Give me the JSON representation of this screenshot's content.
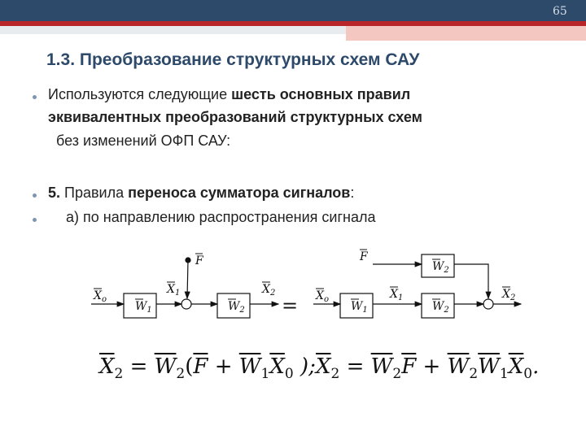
{
  "page_number": "65",
  "title": "1.3. Преобразование структурных схем САУ",
  "bullets": {
    "b1_line1_a": "Используются следующие ",
    "b1_line1_b": "шесть основных правил",
    "b1_line2": "эквивалентных преобразований структурных схем",
    "b1_line3": "без изменений ОФП САУ:",
    "b2_num": "5.",
    "b2_text_a": " Правила ",
    "b2_text_b": "переноса сумматора сигналов",
    "b2_text_c": ":",
    "b3_text": "а) по направлению распространения сигнала"
  },
  "diagram_left": {
    "input": "X",
    "input_sub": "o",
    "block1": "W",
    "block1_sub": "1",
    "x1": "X",
    "x1_sub": "1",
    "disturbance": "F",
    "block2": "W",
    "block2_sub": "2",
    "output": "X",
    "output_sub": "2"
  },
  "equals_sign": "=",
  "diagram_right": {
    "disturbance": "F",
    "block_top": "W",
    "block_top_sub": "2",
    "input": "X",
    "input_sub": "o",
    "block1": "W",
    "block1_sub": "1",
    "x1": "X",
    "x1_sub": "1",
    "block2": "W",
    "block2_sub": "2",
    "output": "X",
    "output_sub": "2"
  },
  "formula1": {
    "x": "X",
    "x_sub": "2",
    "eq": " = ",
    "w2": "W",
    "w2_sub": "2",
    "open": "(",
    "f": "F",
    "plus": " + ",
    "w1": "W",
    "w1_sub": "1",
    "x0": "X",
    "x0_sub": "0",
    "close": " );"
  },
  "formula2": {
    "x": "X",
    "x_sub": "2",
    "eq": " = ",
    "w2": "W",
    "w2_sub": "2",
    "f": "F",
    "plus": " + ",
    "w2b": "W",
    "w2b_sub": "2",
    "w1": "W",
    "w1_sub": "1",
    "x0": "X",
    "x0_sub": "0",
    "end": "."
  },
  "colors": {
    "header": "#2e4a6b",
    "accent": "#b8262a",
    "title": "#2e4a6b"
  }
}
